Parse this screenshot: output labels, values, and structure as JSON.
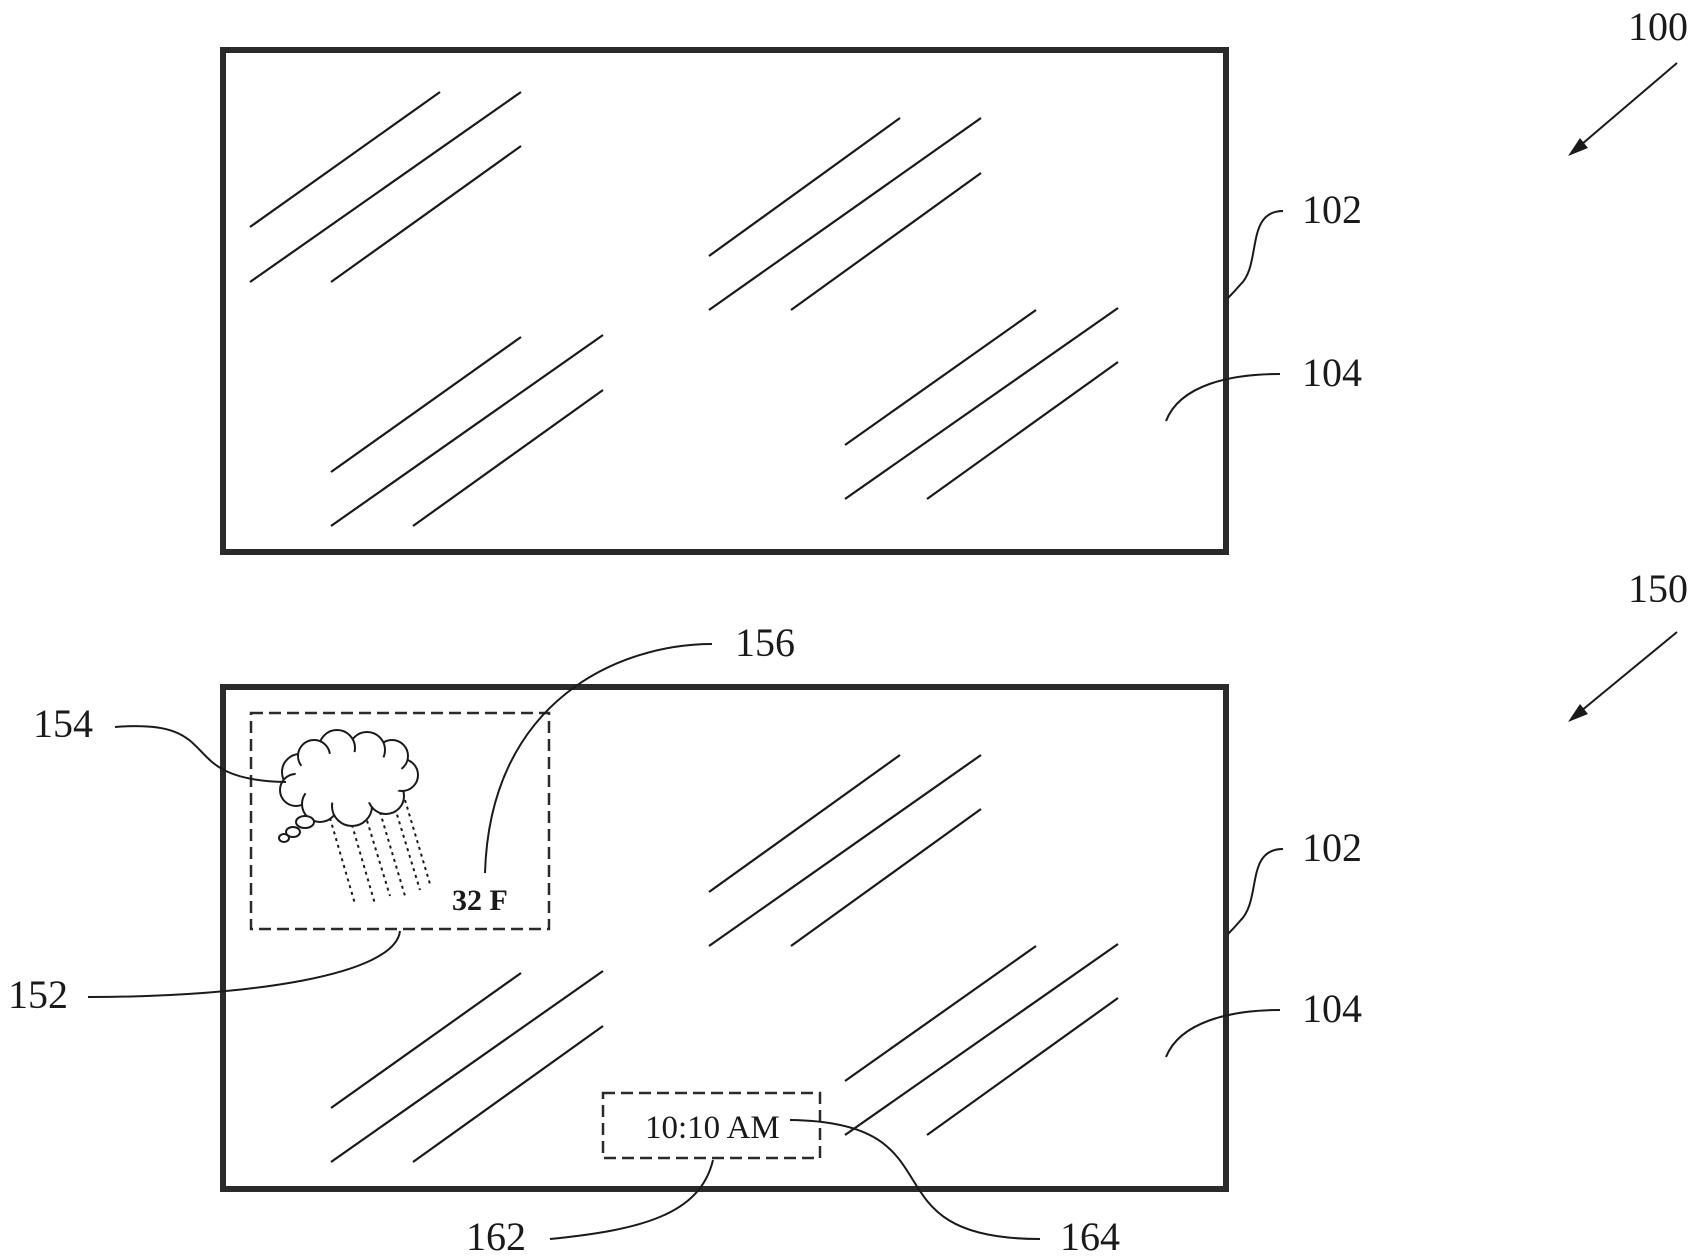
{
  "figure_top": {
    "ref_figure": "100",
    "ref_window": "102",
    "ref_glass": "104"
  },
  "figure_bottom": {
    "ref_figure": "150",
    "ref_window": "102",
    "ref_glass": "104",
    "ref_weather_panel": "152",
    "ref_weather_icon": "154",
    "ref_temperature": "156",
    "ref_time_panel": "162",
    "ref_time_text": "164",
    "temperature": "32 F",
    "time": "10:10 AM",
    "weather_icon": "rain-cloud-icon"
  },
  "colors": {
    "line": "#1a1a1a",
    "background": "#ffffff"
  }
}
